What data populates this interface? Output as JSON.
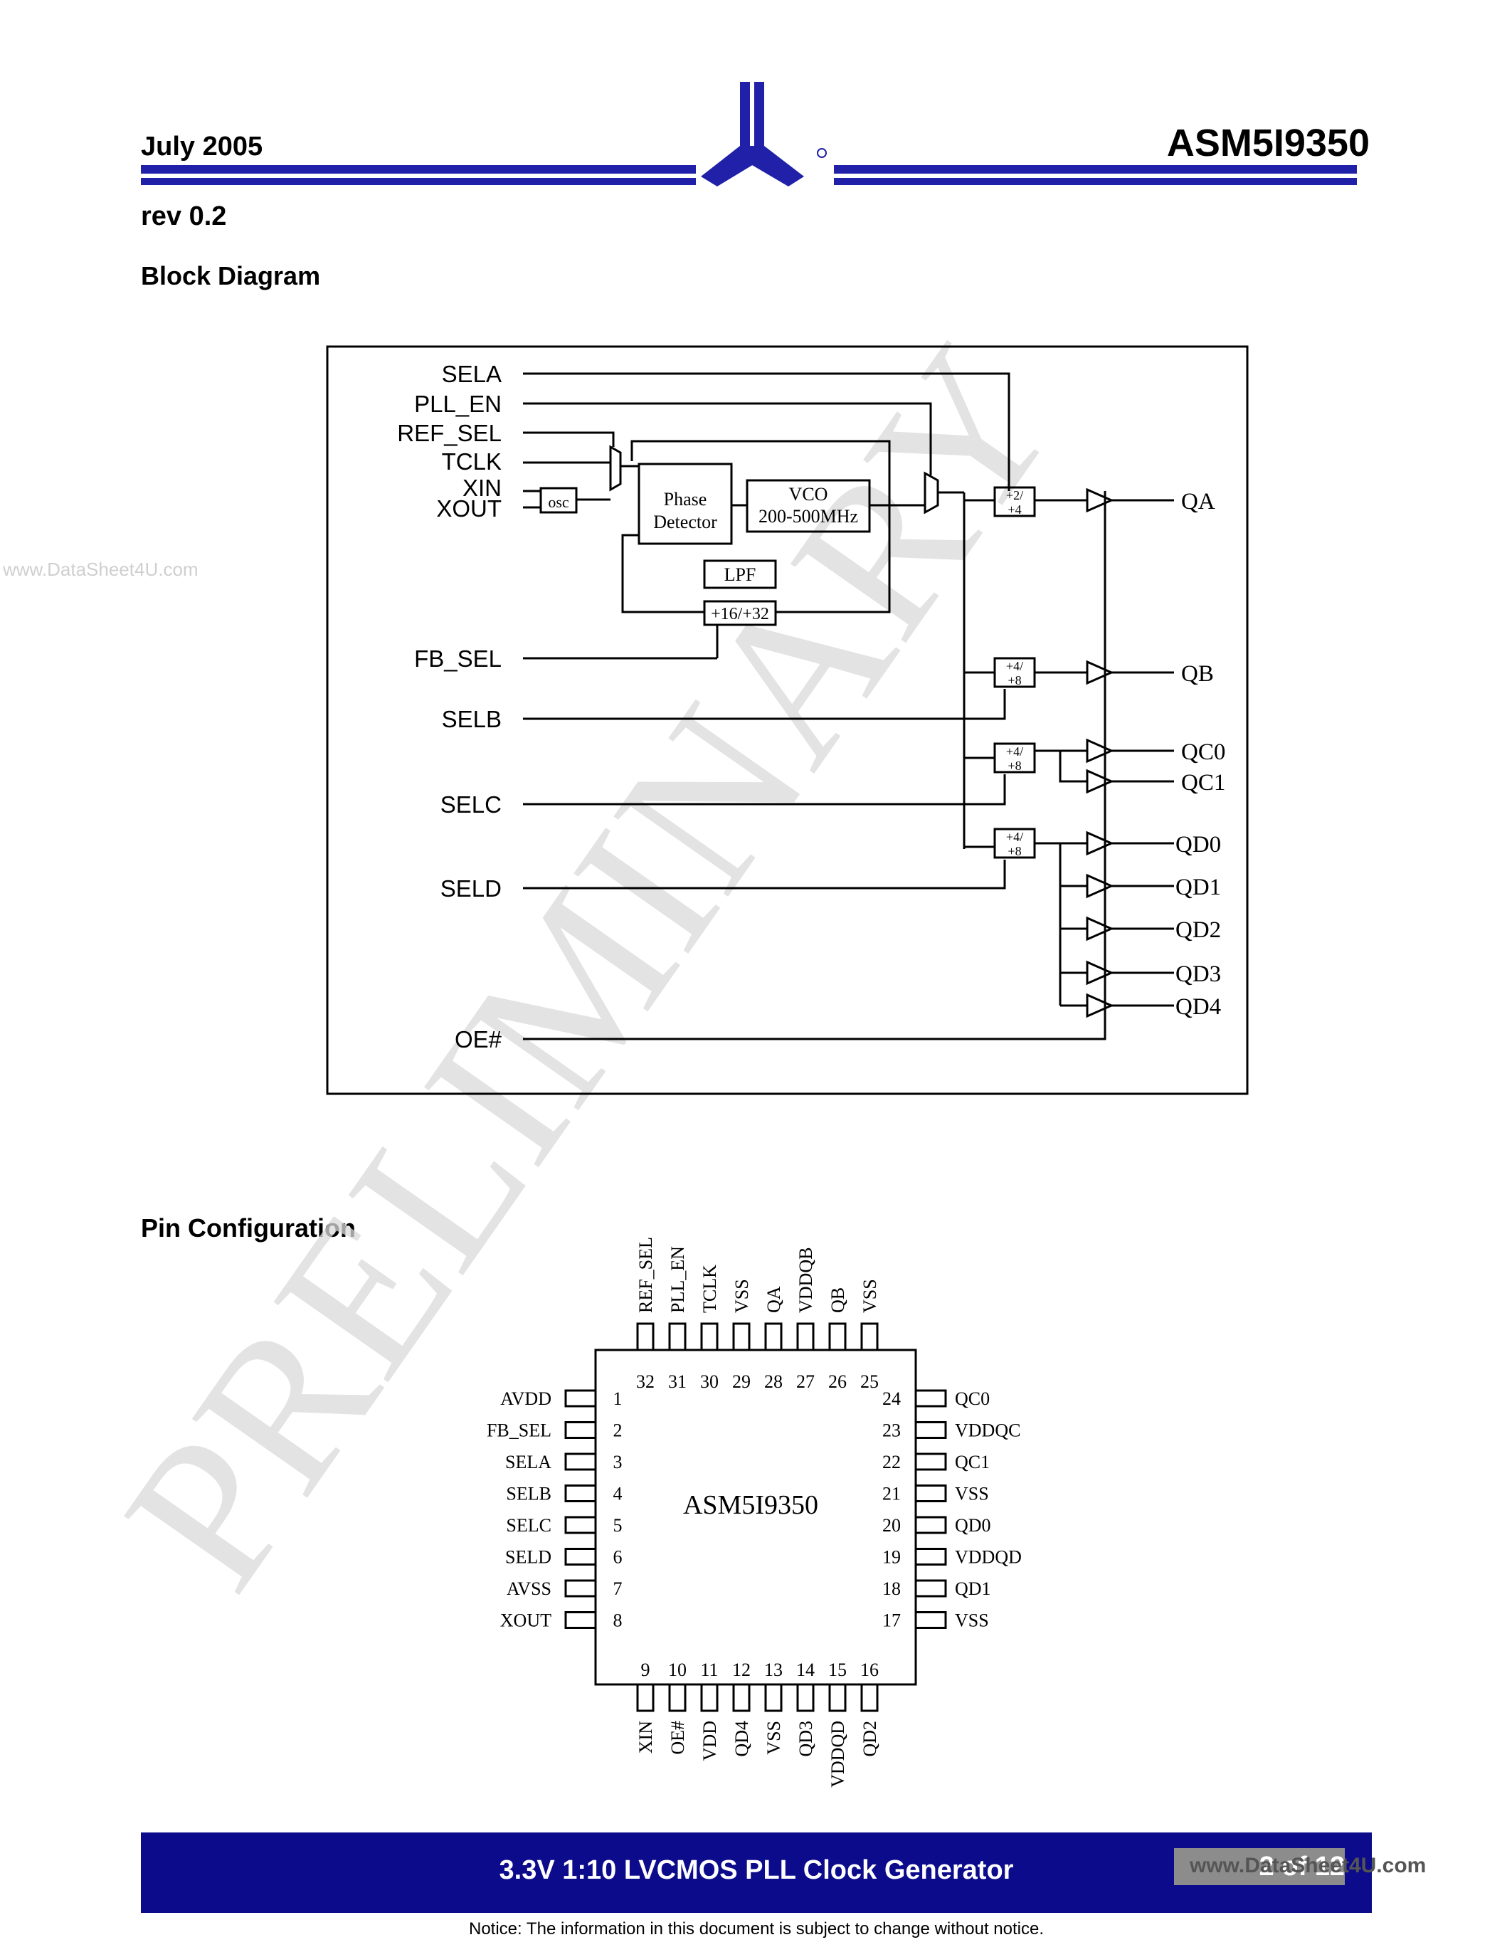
{
  "header": {
    "date": "July 2005",
    "part_number": "ASM5I9350",
    "revision": "rev 0.2"
  },
  "sections": {
    "block_diagram": "Block Diagram",
    "pin_configuration": "Pin Configuration"
  },
  "block_diagram": {
    "inputs": [
      "SELA",
      "PLL_EN",
      "REF_SEL",
      "TCLK",
      "XIN",
      "XOUT",
      "FB_SEL",
      "SELB",
      "SELC",
      "SELD",
      "OE#"
    ],
    "blocks": {
      "osc": "osc",
      "phase_detector_1": "Phase",
      "phase_detector_2": "Detector",
      "vco_1": "VCO",
      "vco_2": "200-500MHz",
      "lpf": "LPF",
      "feedback_div": "+16/+32"
    },
    "dividers": [
      {
        "top": "+2/",
        "bottom": "+4"
      },
      {
        "top": "+4/",
        "bottom": "+8"
      },
      {
        "top": "+4/",
        "bottom": "+8"
      },
      {
        "top": "+4/",
        "bottom": "+8"
      }
    ],
    "outputs": [
      "QA",
      "QB",
      "QC0",
      "QC1",
      "QD0",
      "QD1",
      "QD2",
      "QD3",
      "QD4"
    ]
  },
  "watermark": "PRELIMINARY",
  "watermark_site": "www.DataSheet4U.com",
  "pin_config": {
    "chip_label": "ASM5I9350",
    "top": [
      {
        "n": "32",
        "name": "REF_SEL"
      },
      {
        "n": "31",
        "name": "PLL_EN"
      },
      {
        "n": "30",
        "name": "TCLK"
      },
      {
        "n": "29",
        "name": "VSS"
      },
      {
        "n": "28",
        "name": "QA"
      },
      {
        "n": "27",
        "name": "VDDQB"
      },
      {
        "n": "26",
        "name": "QB"
      },
      {
        "n": "25",
        "name": "VSS"
      }
    ],
    "left": [
      {
        "n": "1",
        "name": "AVDD"
      },
      {
        "n": "2",
        "name": "FB_SEL"
      },
      {
        "n": "3",
        "name": "SELA"
      },
      {
        "n": "4",
        "name": "SELB"
      },
      {
        "n": "5",
        "name": "SELC"
      },
      {
        "n": "6",
        "name": "SELD"
      },
      {
        "n": "7",
        "name": "AVSS"
      },
      {
        "n": "8",
        "name": "XOUT"
      }
    ],
    "right": [
      {
        "n": "24",
        "name": "QC0"
      },
      {
        "n": "23",
        "name": "VDDQC"
      },
      {
        "n": "22",
        "name": "QC1"
      },
      {
        "n": "21",
        "name": "VSS"
      },
      {
        "n": "20",
        "name": "QD0"
      },
      {
        "n": "19",
        "name": "VDDQD"
      },
      {
        "n": "18",
        "name": "QD1"
      },
      {
        "n": "17",
        "name": "VSS"
      }
    ],
    "bottom": [
      {
        "n": "9",
        "name": "XIN"
      },
      {
        "n": "10",
        "name": "OE#"
      },
      {
        "n": "11",
        "name": "VDD"
      },
      {
        "n": "12",
        "name": "QD4"
      },
      {
        "n": "13",
        "name": "VSS"
      },
      {
        "n": "14",
        "name": "QD3"
      },
      {
        "n": "15",
        "name": "VDDQD"
      },
      {
        "n": "16",
        "name": "QD2"
      }
    ]
  },
  "footer": {
    "title": "3.3V 1:10 LVCMOS PLL Clock Generator",
    "page": "2 of 12",
    "site": "www.DataSheet4U.com",
    "notice": "Notice:  The information in this document is subject to change without notice."
  },
  "colors": {
    "brand_blue": "#2020a8",
    "footer_blue": "#0b0b8c"
  }
}
